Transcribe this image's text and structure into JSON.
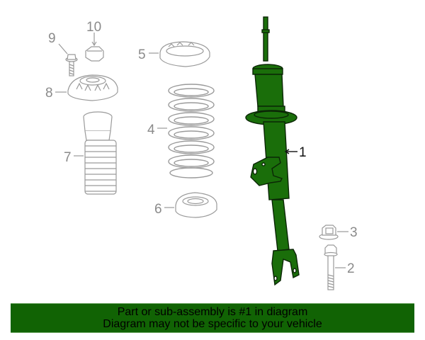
{
  "diagram": {
    "title": "Strut assembly exploded parts diagram",
    "highlight_color": "#1a6e0a",
    "outline_color": "#9a9a9a",
    "callouts": [
      {
        "id": 1,
        "label": "1",
        "part": "shock-absorber-strut",
        "highlighted": true
      },
      {
        "id": 2,
        "label": "2",
        "part": "bolt"
      },
      {
        "id": 3,
        "label": "3",
        "part": "flange-nut"
      },
      {
        "id": 4,
        "label": "4",
        "part": "coil-spring"
      },
      {
        "id": 5,
        "label": "5",
        "part": "upper-spring-seat"
      },
      {
        "id": 6,
        "label": "6",
        "part": "lower-spring-insulator"
      },
      {
        "id": 7,
        "label": "7",
        "part": "bump-stop-dust-boot"
      },
      {
        "id": 8,
        "label": "8",
        "part": "strut-mount"
      },
      {
        "id": 9,
        "label": "9",
        "part": "mount-bolt"
      },
      {
        "id": 10,
        "label": "10",
        "part": "cap-nut"
      }
    ]
  },
  "banner": {
    "line1": "Part or sub-assembly is #1 in diagram",
    "line2": "Diagram may not be specific to your vehicle",
    "background": "#116304"
  }
}
